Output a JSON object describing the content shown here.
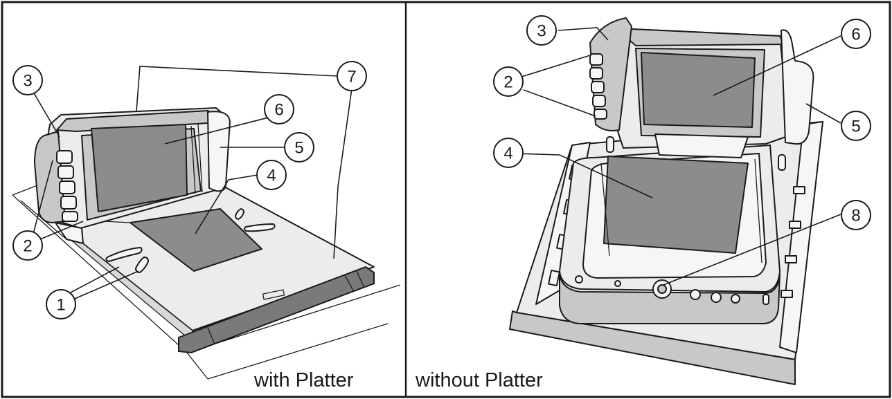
{
  "panels": [
    {
      "caption": "with Platter",
      "callouts": [
        "1",
        "2",
        "3",
        "4",
        "5",
        "6",
        "7"
      ]
    },
    {
      "caption": "without Platter",
      "callouts": [
        "2",
        "3",
        "4",
        "5",
        "6",
        "8"
      ]
    }
  ],
  "colors": {
    "line": "#1a1a1a",
    "housing": "#ececec",
    "window": "#8c8c8c",
    "trim": "#c8c8c8"
  }
}
